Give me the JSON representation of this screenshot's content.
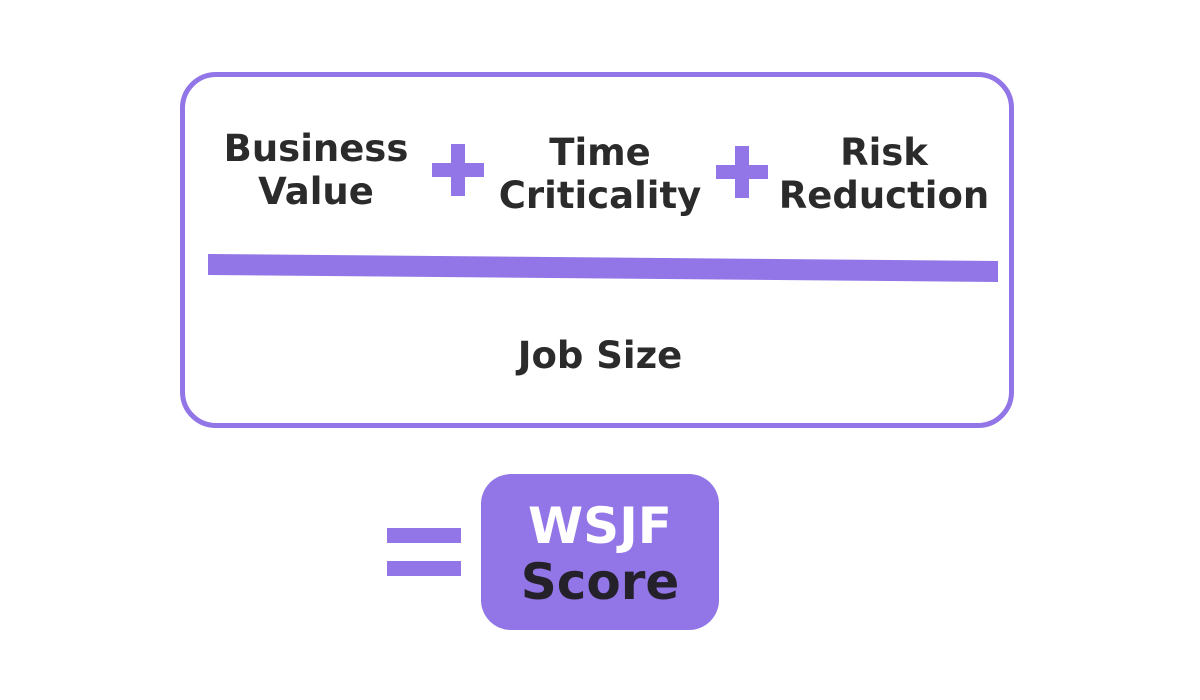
{
  "formula": {
    "numerator_terms": [
      "Business\nValue",
      "Time\nCriticality",
      "Risk\nReduction"
    ],
    "operator_plus_icon": "plus-icon",
    "denominator": "Job Size"
  },
  "result": {
    "operator_equals_icon": "equals-icon",
    "label_line_1": "WSJF",
    "label_line_2": "Score"
  },
  "colors": {
    "accent": "#9275e6",
    "text": "#2b2b2b",
    "badge_text_light": "#ffffff",
    "background": "#ffffff"
  }
}
